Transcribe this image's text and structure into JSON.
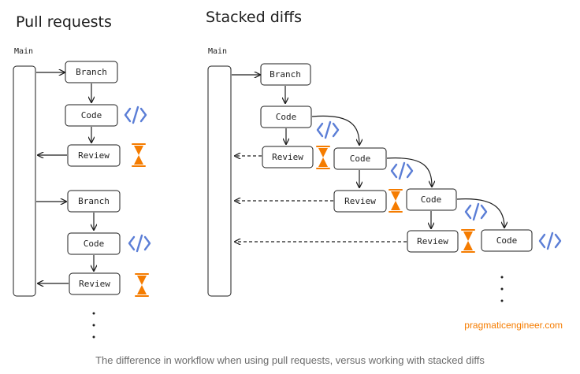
{
  "headings": {
    "pull_requests": "Pull requests",
    "stacked_diffs": "Stacked diffs"
  },
  "main_label": "Main",
  "nodes": {
    "branch": "Branch",
    "code": "Code",
    "review": "Review"
  },
  "brand": "pragmaticengineer.com",
  "caption": "The difference in workflow when using pull requests, versus working with stacked diffs",
  "colors": {
    "code_icon": "#5b7ed6",
    "hourglass": "#f57c00",
    "brand": "#f57c00"
  },
  "icons": [
    "code-brackets-icon",
    "hourglass-icon"
  ]
}
